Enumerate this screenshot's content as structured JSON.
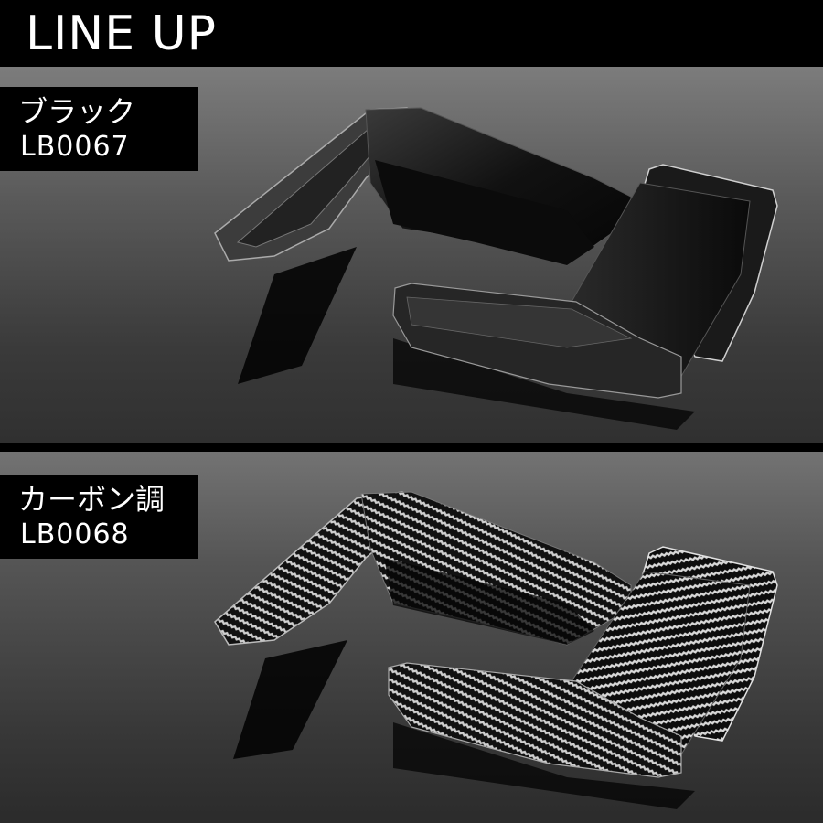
{
  "header": {
    "title": "LINE UP"
  },
  "products": [
    {
      "name": "ブラック",
      "code": "LB0067",
      "finish": "black",
      "image_alt": "black-trim-pair"
    },
    {
      "name": "カーボン調",
      "code": "LB0068",
      "finish": "carbon",
      "image_alt": "carbon-trim-pair"
    }
  ],
  "colors": {
    "header_bg": "#000000",
    "label_bg": "#000000",
    "label_text": "#ffffff",
    "panel_top": "#7c7c7c",
    "panel_bottom": "#2e2e2e"
  }
}
